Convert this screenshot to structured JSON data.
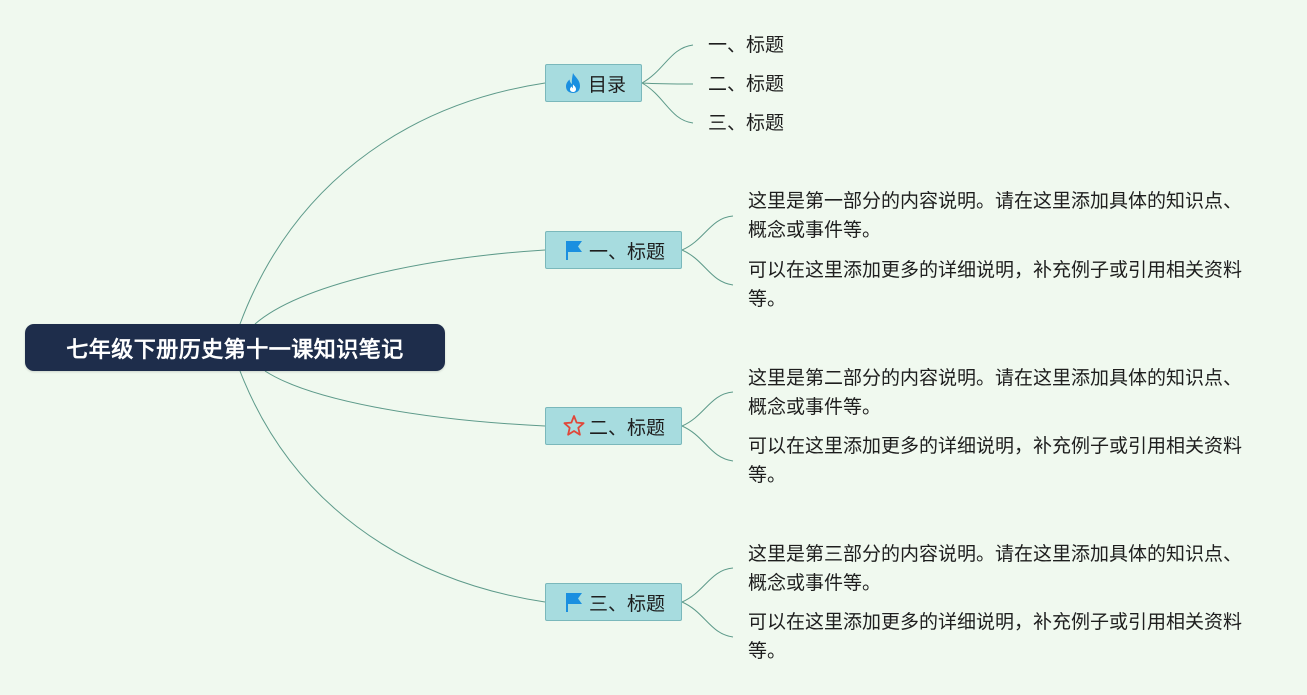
{
  "root": {
    "label": "七年级下册历史第十一课知识笔记"
  },
  "branches": [
    {
      "id": "toc",
      "label": "目录",
      "icon": "fire-icon",
      "icon_color": "#1a8fe0",
      "children": [
        "一、标题",
        "二、标题",
        "三、标题"
      ]
    },
    {
      "id": "b1",
      "label": "一、标题",
      "icon": "flag-icon",
      "icon_color": "#1a8fe0",
      "children": [
        "这里是第一部分的内容说明。请在这里添加具体的知识点、概念或事件等。",
        "可以在这里添加更多的详细说明，补充例子或引用相关资料等。"
      ]
    },
    {
      "id": "b2",
      "label": "二、标题",
      "icon": "star-icon",
      "icon_color": "#e0473a",
      "children": [
        "这里是第二部分的内容说明。请在这里添加具体的知识点、概念或事件等。",
        "可以在这里添加更多的详细说明，补充例子或引用相关资料等。"
      ]
    },
    {
      "id": "b3",
      "label": "三、标题",
      "icon": "flag-icon",
      "icon_color": "#1a8fe0",
      "children": [
        "这里是第三部分的内容说明。请在这里添加具体的知识点、概念或事件等。",
        "可以在这里添加更多的详细说明，补充例子或引用相关资料等。"
      ]
    }
  ],
  "colors": {
    "background": "#f0f9ef",
    "root_fill": "#1e2d4b",
    "branch_fill": "#a7dcdf",
    "connector": "#5d9a8a"
  }
}
